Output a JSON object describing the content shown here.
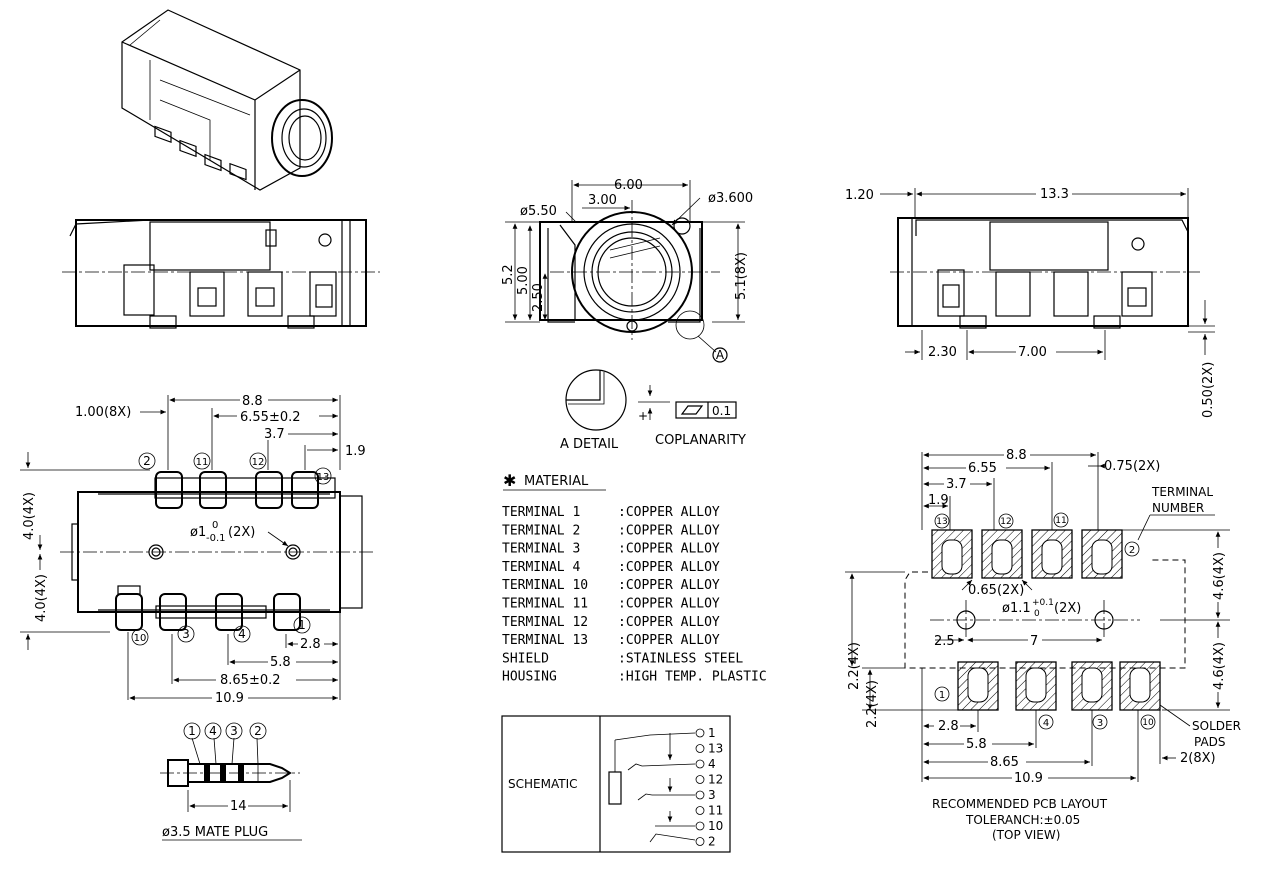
{
  "side_view": {
    "dim_top_left": "1.20",
    "dim_top_width": "13.3",
    "dim_bottom_a": "2.30",
    "dim_bottom_b": "7.00",
    "dim_right": "0.50(2X)"
  },
  "front_view": {
    "dim_width": "6.00",
    "dim_half": "3.00",
    "dim_dia_outer": "ø5.50",
    "dim_dia_hole": "ø3.600",
    "dim_h1": "5.2",
    "dim_h2": "5.00",
    "dim_h3": "2.50",
    "dim_h4": "5.1(8X)",
    "detail_ref": "A"
  },
  "detail": {
    "label": "A DETAIL",
    "coplanarity_label": "COPLANARITY",
    "coplanarity_value": "0.1"
  },
  "bottom_view": {
    "dim_overall": "8.8",
    "dim_pitch": "6.55±0.2",
    "dim_terminals": "1.00(8X)",
    "dim_3_7": "3.7",
    "dim_1_9": "1.9",
    "dim_4_0_top": "4.0(4X)",
    "dim_4_0_bottom": "4.0(4X)",
    "dim_hole": "ø1",
    "dim_hole_tol": "0",
    "dim_hole_tol2": "-0.1",
    "dim_hole_count": "(2X)",
    "dim_2_8": "2.8",
    "dim_5_8": "5.8",
    "dim_8_65": "8.65±0.2",
    "dim_10_9": "10.9",
    "pins_top": [
      "2",
      "11",
      "12",
      "13"
    ],
    "pins_bottom": [
      "10",
      "3",
      "4",
      "1"
    ]
  },
  "plug": {
    "labels": [
      "1",
      "4",
      "3",
      "2"
    ],
    "dim_length": "14",
    "title": "ø3.5 MATE PLUG"
  },
  "material": {
    "title": "MATERIAL",
    "rows": [
      {
        "part": "TERMINAL 1",
        "value": ":COPPER ALLOY"
      },
      {
        "part": "TERMINAL 2",
        "value": ":COPPER ALLOY"
      },
      {
        "part": "TERMINAL 3",
        "value": ":COPPER ALLOY"
      },
      {
        "part": "TERMINAL 4",
        "value": ":COPPER ALLOY"
      },
      {
        "part": "TERMINAL 10",
        "value": ":COPPER ALLOY"
      },
      {
        "part": "TERMINAL 11",
        "value": ":COPPER ALLOY"
      },
      {
        "part": "TERMINAL 12",
        "value": ":COPPER ALLOY"
      },
      {
        "part": "TERMINAL 13",
        "value": ":COPPER ALLOY"
      },
      {
        "part": "SHIELD",
        "value": ":STAINLESS STEEL"
      },
      {
        "part": "HOUSING",
        "value": ":HIGH TEMP. PLASTIC"
      }
    ]
  },
  "schematic": {
    "label": "SCHEMATIC",
    "pins": [
      "1",
      "13",
      "4",
      "12",
      "3",
      "11",
      "10",
      "2"
    ]
  },
  "pcb_layout": {
    "dim_overall": "8.8",
    "dim_6_55": "6.55",
    "dim_3_7": "3.7",
    "dim_1_9": "1.9",
    "dim_0_75": "0.75(2X)",
    "terminal_label_1": "TERMINAL",
    "terminal_label_2": "NUMBER",
    "dim_0_65": "0.65(2X)",
    "dim_hole": "ø1.1",
    "dim_hole_tol_top": "+0.1",
    "dim_hole_tol_bot": "0",
    "dim_hole_count": "(2X)",
    "dim_2_5": "2.5",
    "dim_7": "7",
    "dim_4_6_top": "4.6(4X)",
    "dim_4_6_bottom": "4.6(4X)",
    "dim_2_2_a": "2.2(4X)",
    "dim_2_2_b": "2.2(4X)",
    "dim_2_8": "2.8",
    "dim_5_8": "5.8",
    "dim_8_65": "8.65",
    "dim_10_9": "10.9",
    "dim_2_8x": "2(8X)",
    "solder_label_1": "SOLDER",
    "solder_label_2": "PADS",
    "pins_top": [
      "13",
      "12",
      "11",
      "2"
    ],
    "pins_bottom": [
      "1",
      "4",
      "3",
      "10"
    ],
    "caption_1": "RECOMMENDED PCB LAYOUT",
    "caption_2": "TOLERANCH:±0.05",
    "caption_3": "(TOP VIEW)"
  }
}
